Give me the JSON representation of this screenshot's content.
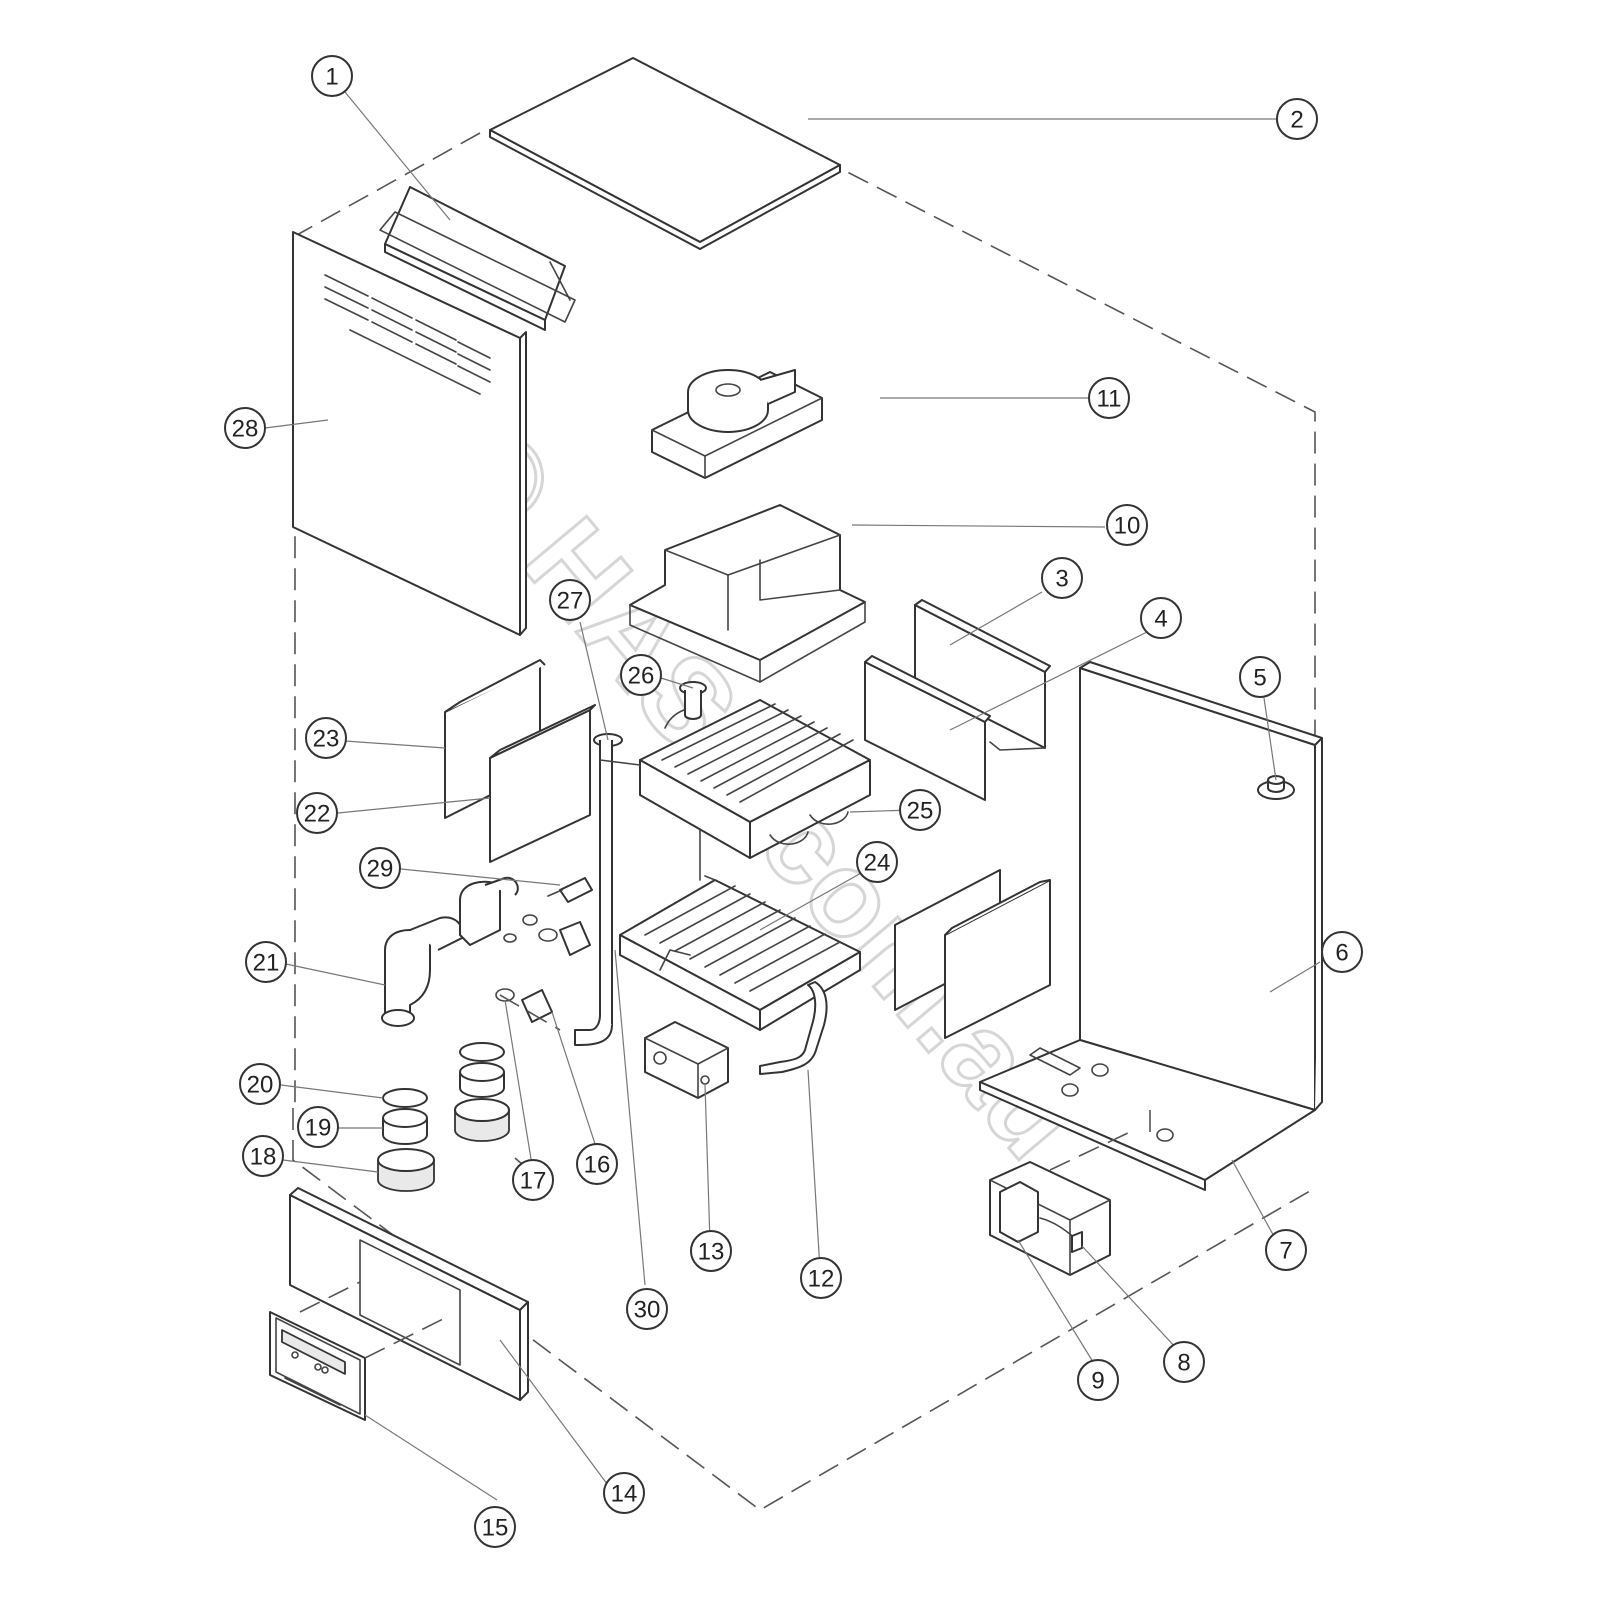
{
  "watermark": "© HASS.com.au",
  "callouts": [
    "1",
    "2",
    "3",
    "4",
    "5",
    "6",
    "7",
    "8",
    "9",
    "10",
    "11",
    "12",
    "13",
    "14",
    "15",
    "16",
    "17",
    "18",
    "19",
    "20",
    "21",
    "22",
    "23",
    "24",
    "25",
    "26",
    "27",
    "28",
    "29",
    "30"
  ]
}
